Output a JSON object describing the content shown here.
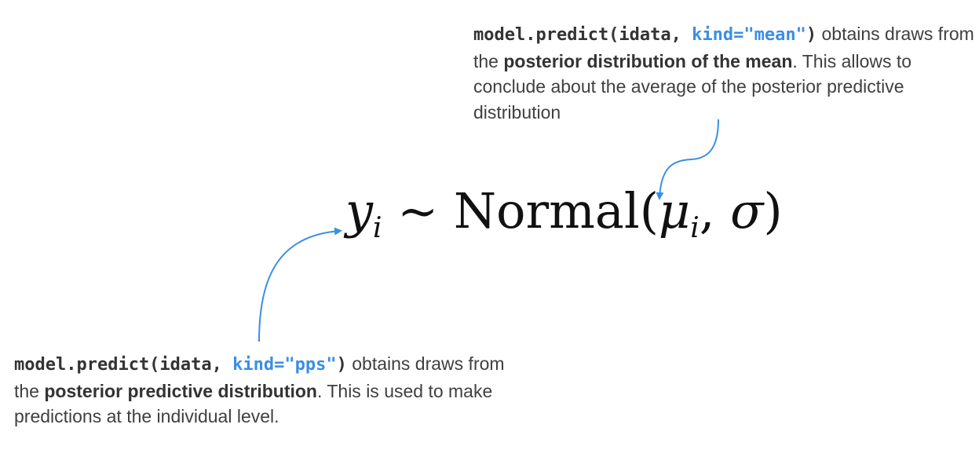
{
  "formula": {
    "y": "y",
    "y_sub": "i",
    "tilde": " ~ ",
    "dist": "Normal(",
    "mu": "μ",
    "mu_sub": "i",
    "comma": ", ",
    "sigma": "σ",
    "close": ")"
  },
  "annotation_mean": {
    "code_prefix": "model.predict(idata, ",
    "code_kw": "kind=\"mean\"",
    "code_suffix": ")",
    "text1": " obtains draws from the ",
    "bold": "posterior distribution of the mean",
    "text2": ". This allows to conclude about the average of the posterior predictive distribution"
  },
  "annotation_pps": {
    "code_prefix": "model.predict(idata, ",
    "code_kw": "kind=\"pps\"",
    "code_suffix": ")",
    "text1": " obtains draws from the ",
    "bold": "posterior predictive distribution",
    "text2": ". This is used to make predictions at the individual level."
  },
  "colors": {
    "arrow": "#3a8ee6",
    "keyword": "#3a8ee6"
  }
}
